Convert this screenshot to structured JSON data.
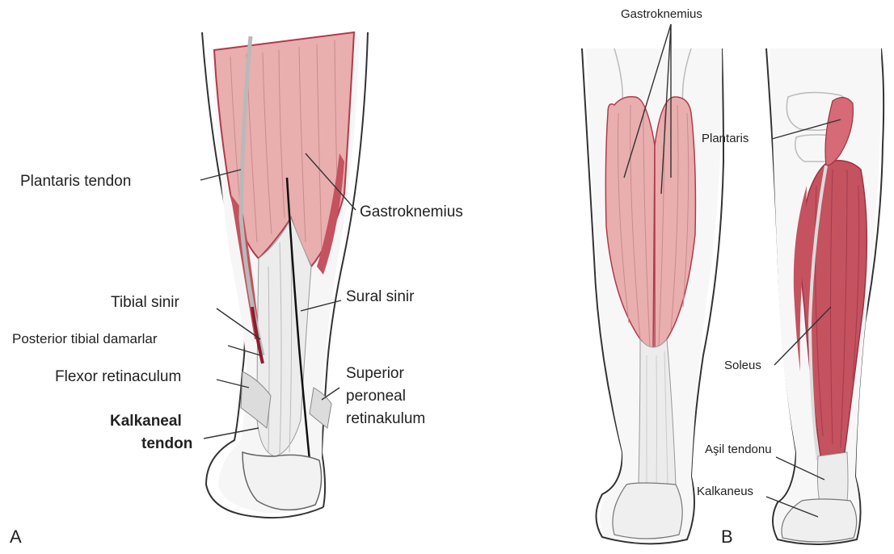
{
  "panels": {
    "a": "A",
    "b": "B"
  },
  "figure_a": {
    "plantaris_tendon": "Plantaris tendon",
    "gastrocnemius": "Gastroknemius",
    "tibial_nerve": "Tibial sinir",
    "sural_nerve": "Sural sinir",
    "posterior_tibial_vessels": "Posterior tibial damarlar",
    "flexor_retinaculum": "Flexor retinaculum",
    "superior_peroneal_retinaculum_1": "Superior",
    "superior_peroneal_retinaculum_2": "peroneal",
    "superior_peroneal_retinaculum_3": "retinakulum",
    "calcaneal_tendon_1": "Kalkaneal",
    "calcaneal_tendon_2": "tendon"
  },
  "figure_b": {
    "gastrocnemius": "Gastroknemius",
    "plantaris": "Plantaris",
    "soleus": "Soleus",
    "achilles_tendon": "Aşil tendonu",
    "calcaneus": "Kalkaneus"
  },
  "colors": {
    "muscle_light": "#e9aeae",
    "muscle_dark": "#c4525f",
    "muscle_edge": "#b03a4b",
    "tendon": "#ececec",
    "outline": "#333333"
  }
}
